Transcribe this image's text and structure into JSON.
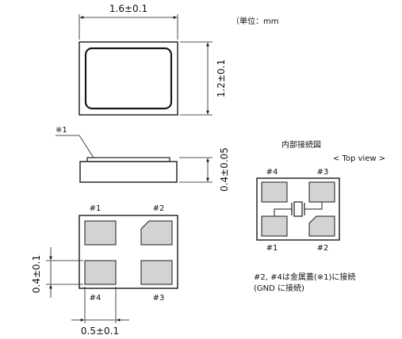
{
  "unit_note": "（単位：mm",
  "top_view": {
    "width_dim": "1.6±0.1",
    "height_dim": "1.2±0.1"
  },
  "side_view": {
    "cap_marker": "※1",
    "thickness_dim": "0.4±0.05"
  },
  "bottom_view": {
    "pins": [
      "#1",
      "#2",
      "#4",
      "#3"
    ],
    "pad_height_dim": "0.4±0.1",
    "pad_width_dim": "0.5±0.1"
  },
  "internal": {
    "title": "内部接続図",
    "view_label": "< Top view >",
    "pins_top": [
      "#4",
      "#3"
    ],
    "pins_bottom": [
      "#1",
      "#2"
    ],
    "note_line1": "#2, #4は金属蓋(※1)に接続",
    "note_line2": "(GND に接続)"
  },
  "colors": {
    "outline": "#1a1a1a",
    "pad_fill": "#d3d3d3",
    "background": "#ffffff"
  }
}
